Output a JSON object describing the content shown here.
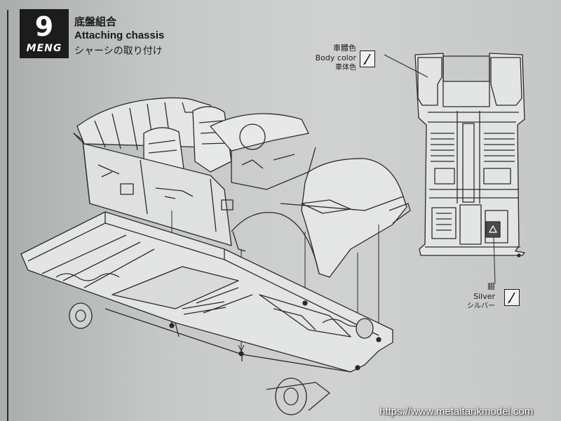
{
  "step": {
    "number": "9",
    "brand": "MENG",
    "title_cn": "底盤組合",
    "title_en": "Attaching chassis",
    "title_jp": "シャーシの取り付け"
  },
  "callouts": {
    "body_color": {
      "cn": "車體色",
      "en": "Body color",
      "jp": "車体色",
      "icon": "paint-brush-icon"
    },
    "silver": {
      "cn": "銀",
      "en": "Silver",
      "jp": "シルバー",
      "icon": "paint-brush-icon"
    }
  },
  "watermark": "https://www.metaltankmodel.com",
  "colors": {
    "paper": "#c9cccb",
    "ink": "#1b1b1b",
    "badge": "#1c1c1c"
  }
}
